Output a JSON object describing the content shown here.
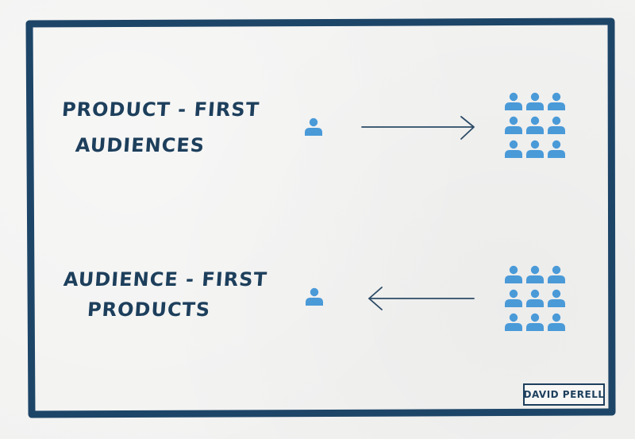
{
  "colors": {
    "frame": "#1d4567",
    "text": "#1d3f5c",
    "person": "#4a9ad8",
    "arrow": "#2c4b66"
  },
  "rows": [
    {
      "label_lines": [
        "PRODUCT - FIRST",
        "AUDIENCES"
      ],
      "single_person_icon": "person-icon",
      "arrow_direction": "right",
      "group_person_icon": "person-icon",
      "group_count": 9
    },
    {
      "label_lines": [
        "AUDIENCE - FIRST",
        "PRODUCTS"
      ],
      "single_person_icon": "person-icon",
      "arrow_direction": "left",
      "group_person_icon": "person-icon",
      "group_count": 9
    }
  ],
  "credit": "DAVID PERELL"
}
